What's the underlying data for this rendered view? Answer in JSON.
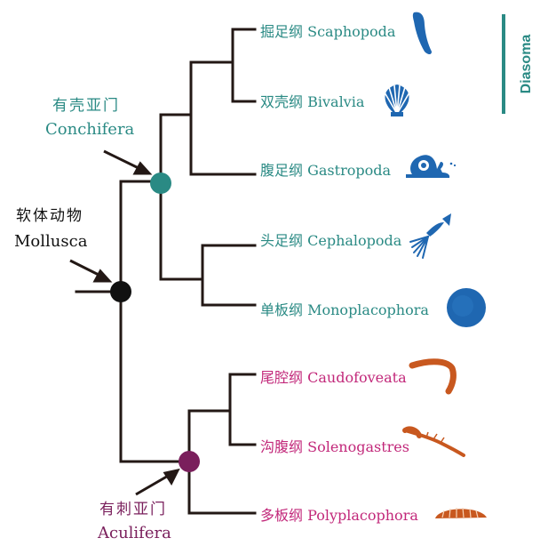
{
  "colors": {
    "line": "#231815",
    "teal": "#2a8a84",
    "magenta": "#c2287a",
    "purple": "#7a1f5c",
    "root": "#111111",
    "blue": "#1f67b1",
    "orange": "#c8581f"
  },
  "clades": {
    "mollusca": {
      "zh": "软体动物",
      "latin": "Mollusca"
    },
    "conchifera": {
      "zh": "有壳亚门",
      "latin": "Conchifera"
    },
    "aculifera": {
      "zh": "有刺亚门",
      "latin": "Aculifera"
    }
  },
  "diasoma": "Diasoma",
  "taxa": [
    {
      "zh": "掘足纲",
      "latin": "Scaphopoda",
      "icon": "tusk-shell-icon"
    },
    {
      "zh": "双壳纲",
      "latin": "Bivalvia",
      "icon": "clam-shell-icon"
    },
    {
      "zh": "腹足纲",
      "latin": "Gastropoda",
      "icon": "snail-icon"
    },
    {
      "zh": "头足纲",
      "latin": "Cephalopoda",
      "icon": "squid-icon"
    },
    {
      "zh": "单板纲",
      "latin": "Monoplacophora",
      "icon": "limpet-icon"
    },
    {
      "zh": "尾腔纲",
      "latin": "Caudofoveata",
      "icon": "worm-icon"
    },
    {
      "zh": "沟腹纲",
      "latin": "Solenogastres",
      "icon": "solenogaster-icon"
    },
    {
      "zh": "多板纲",
      "latin": "Polyplacophora",
      "icon": "chiton-icon"
    }
  ]
}
